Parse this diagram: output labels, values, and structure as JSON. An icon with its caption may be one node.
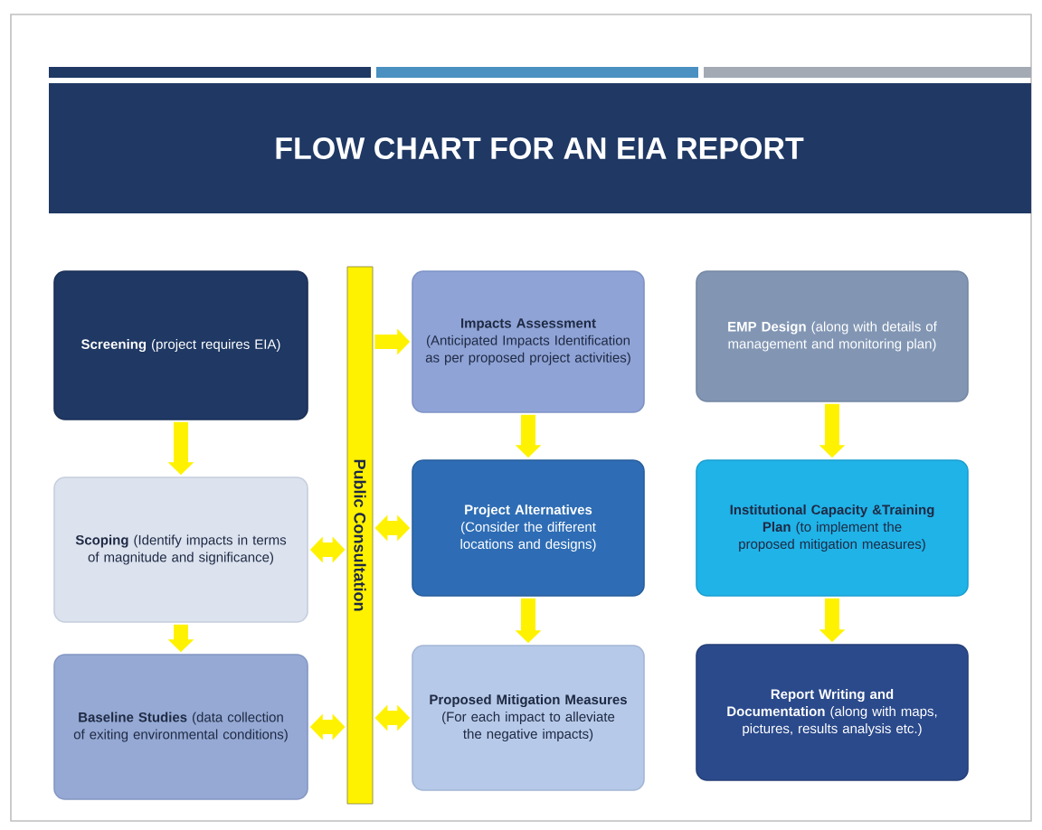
{
  "diagram": {
    "title": "FLOW CHART FOR AN EIA REPORT",
    "nodes": [
      {
        "text": [
          "**Screening** (project requires EIA)"
        ]
      },
      {
        "text": [
          "**Scoping** (Identify impacts in terms of magnitude and significance)"
        ]
      },
      {
        "text": [
          "**Baseline Studies** (data collection of exiting environmental conditions)"
        ]
      },
      {
        "text": [
          "Public Consultation"
        ]
      },
      {
        "text": [
          "**Impacts Assessment** (Anticipated Impacts Identification as per proposed project activities)"
        ]
      },
      {
        "text": [
          "**Project Alternatives** (Consider the different locations and designs)"
        ]
      },
      {
        "text": [
          "**Proposed Mitigation Measures** (For each impact to alleviate the negative impacts)"
        ]
      },
      {
        "text": [
          "**EMP Design** (along with details of management and monitoring plan)"
        ]
      },
      {
        "text": [
          "**Institutional Capacity &Training Plan** (to implement the proposed mitigation measures)"
        ]
      },
      {
        "text": [
          "**Report Writing and Documentation** (along with maps, pictures, results analysis etc.)"
        ]
      }
    ],
    "edges": [
      {
        "from": 0,
        "to": 1,
        "arrow": "to"
      },
      {
        "from": 1,
        "to": 2,
        "arrow": "to"
      },
      {
        "from": 3,
        "to": 4,
        "arrow": "to"
      },
      {
        "from": 1,
        "to": 3,
        "arrow": "both"
      },
      {
        "from": 3,
        "to": 5,
        "arrow": "both"
      },
      {
        "from": 2,
        "to": 3,
        "arrow": "both"
      },
      {
        "from": 3,
        "to": 6,
        "arrow": "both"
      },
      {
        "from": 4,
        "to": 5,
        "arrow": "to"
      },
      {
        "from": 5,
        "to": 6,
        "arrow": "to"
      },
      {
        "from": 7,
        "to": 8,
        "arrow": "to"
      },
      {
        "from": 8,
        "to": 9,
        "arrow": "to"
      }
    ]
  }
}
